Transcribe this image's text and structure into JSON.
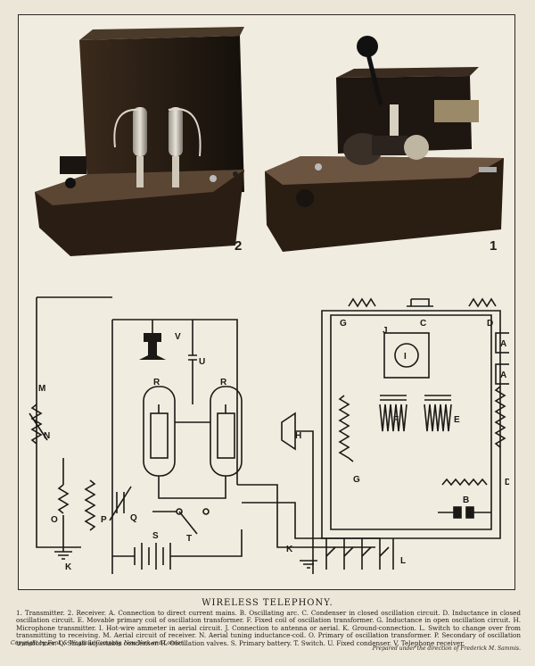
{
  "figures": {
    "receiver_label": "2",
    "transmitter_label": "1"
  },
  "diagram_labels": {
    "V": "V",
    "U": "U",
    "R1": "R",
    "R2": "R",
    "M": "M",
    "N": "N",
    "O": "O",
    "P": "P",
    "Q": "Q",
    "T": "T",
    "S": "S",
    "K1": "K",
    "K2": "K",
    "H": "H",
    "G1": "G",
    "G2": "G",
    "C": "C",
    "J": "J",
    "I": "I",
    "D1": "D",
    "D2": "D",
    "A1": "A",
    "A2": "A",
    "F": "F",
    "E": "E",
    "B": "B",
    "L": "L"
  },
  "caption": {
    "title": "WIRELESS TELEPHONY.",
    "text": "1. Transmitter. 2. Receiver. A. Connection to direct current mains. B. Oscillating arc. C. Condenser in closed oscillation circuit. D. Inductance in closed oscillation circuit. E. Movable primary coil of oscillation transformer. F. Fixed coil of oscillation transformer. G. Inductance in open oscillation circuit. H. Microphone transmitter. I. Hot-wire ammeter in aerial circuit. J. Connection to antenna or aerial. K. Ground-connection. L. Switch to change over from transmitting to receiving. M. Aerial circuit of receiver. N. Aerial tuning inductance-coil. O. Primary of oscillation transformer. P. Secondary of oscillation transformer. Q. Small adjustable condenser. R. Oscillation valves. S. Primary battery. T. Switch. U. Fixed condenser. V. Telephone receiver."
  },
  "footer": {
    "copyright": "Copyright by Funk & Wagnalls Company, New York and London.",
    "prepared": "Prepared under the direction of Frederick M. Sammis."
  }
}
